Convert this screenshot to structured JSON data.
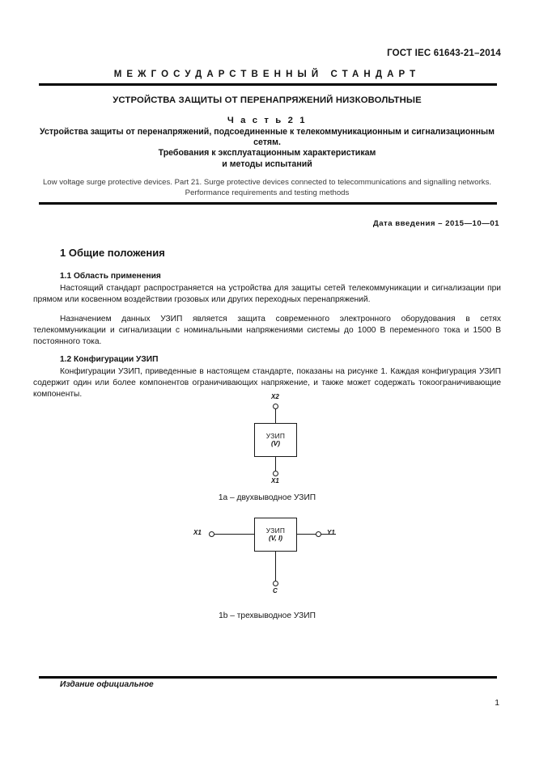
{
  "document": {
    "code": "ГОСТ IEC 61643-21–2014",
    "banner": "МЕЖГОСУДАРСТВЕННЫЙ СТАНДАРТ",
    "title_main": "УСТРОЙСТВА ЗАЩИТЫ ОТ ПЕРЕНАПРЯЖЕНИЙ НИЗКОВОЛЬТНЫЕ",
    "title_part": "Ч а с т ь   2 1",
    "title_sub": "Устройства защиты от перенапряжений, подсоединенные к телекоммуникационным и сигнализационным сетям.\nТребования к эксплуатационным характеристикам\nи методы испытаний",
    "title_en": "Low voltage surge protective devices. Part 21. Surge protective devices connected to telecommunications and signalling networks. Performance requirements and testing methods",
    "intro_date": "Дата введения – 2015—10—01"
  },
  "body": {
    "section_1_heading": "1 Общие положения",
    "section_1_1_heading": "1.1 Область применения",
    "section_1_1_para_1": "Настоящий стандарт распространяется на устройства для защиты сетей телекоммуникации и сигнализации при прямом или косвенном воздействии грозовых или других переходных перенапряжений.",
    "section_1_1_para_2": "Назначением данных УЗИП является защита современного электронного оборудования в сетях телекоммуникации и сигнализации с номинальными напряжениями системы до 1000 В переменного тока и 1500 В постоянного тока.",
    "section_1_2_heading": "1.2 Конфигурации УЗИП",
    "section_1_2_para_1": "Конфигурации УЗИП, приведенные в настоящем стандарте, показаны на рисунке 1. Каждая конфигурация УЗИП содержит один или более компонентов ограничивающих напряжение, и также может содержать токоограничивающие компоненты."
  },
  "figures": [
    {
      "id": "1a",
      "box_label": "УЗИП",
      "box_params": "(V)",
      "terminal_top": "X2",
      "terminal_bottom": "X1",
      "caption": "1a – двухвыводное УЗИП"
    },
    {
      "id": "1b",
      "box_label": "УЗИП",
      "box_params": "(V, I)",
      "terminal_left": "X1",
      "terminal_right": "Y1",
      "terminal_bottom": "C",
      "caption": "1b – трехвыводное УЗИП"
    }
  ],
  "footer": {
    "edition": "Издание официальное",
    "page_number": "1"
  }
}
